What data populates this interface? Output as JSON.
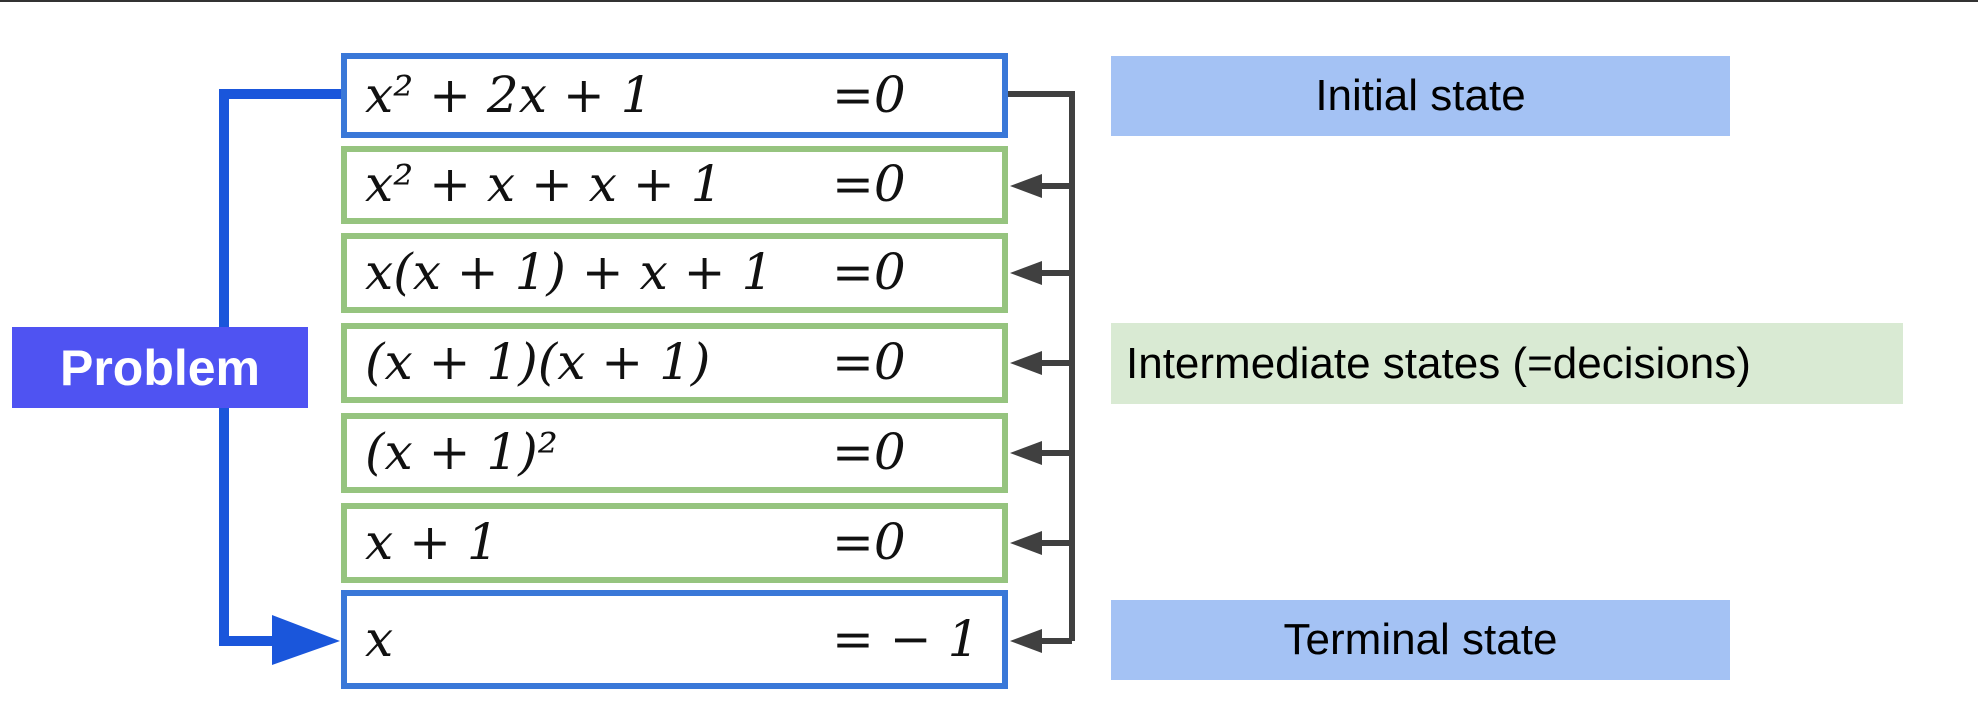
{
  "problem_label": "Problem",
  "rows": [
    {
      "lhs": "x² + 2x + 1",
      "rhs": "=0",
      "kind": "initial"
    },
    {
      "lhs": "x² + x + x + 1",
      "rhs": "=0",
      "kind": "intermediate"
    },
    {
      "lhs": "x(x + 1) + x + 1",
      "rhs": "=0",
      "kind": "intermediate"
    },
    {
      "lhs": "(x + 1)(x + 1)",
      "rhs": "=0",
      "kind": "intermediate"
    },
    {
      "lhs": "(x + 1)²",
      "rhs": "=0",
      "kind": "intermediate"
    },
    {
      "lhs": "x + 1",
      "rhs": "=0",
      "kind": "intermediate"
    },
    {
      "lhs": "x",
      "rhs": "= − 1",
      "kind": "terminal"
    }
  ],
  "labels": {
    "initial": "Initial state",
    "intermediate": "Intermediate states (=decisions)",
    "terminal": "Terminal state"
  },
  "colors": {
    "state_border": "#3a78d8",
    "decision_border": "#96c47f",
    "problem_fill": "#4f53f2",
    "problem_arrow": "#1a56db",
    "state_label_fill": "#a4c2f4",
    "decision_label_fill": "#d9ead3",
    "connector": "#404040"
  }
}
